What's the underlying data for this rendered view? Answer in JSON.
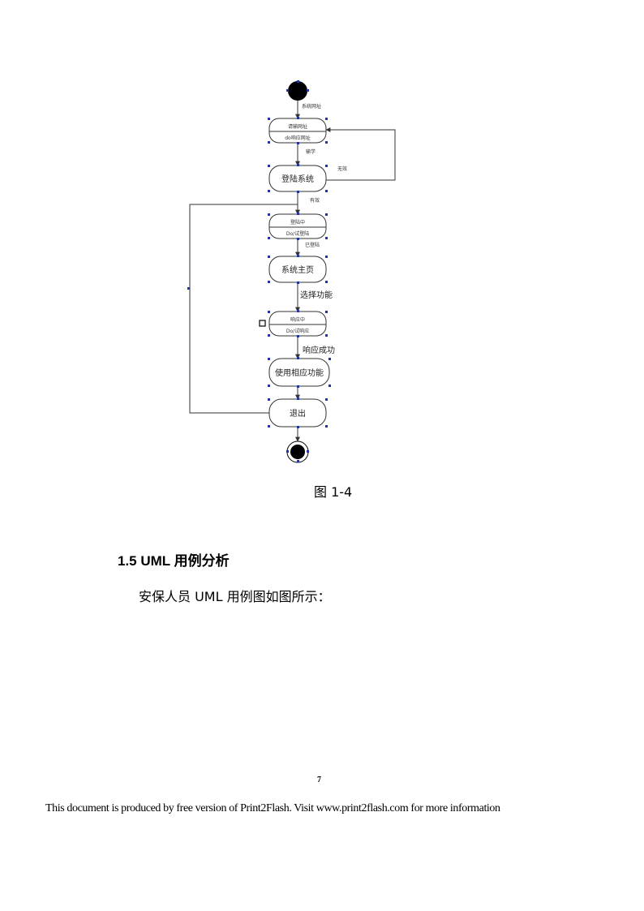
{
  "diagram": {
    "nodes": {
      "open_site": {
        "line1": "请输网址",
        "line2": "do响应网址"
      },
      "login_system": {
        "label": "登陆系统"
      },
      "logging_in": {
        "line1": "登陆中",
        "line2": "Do/试登陆"
      },
      "home_page": {
        "label": "系统主页"
      },
      "responding": {
        "line1": "响应中",
        "line2": "Do/试响应"
      },
      "use_function": {
        "label": "使用相应功能"
      },
      "exit": {
        "label": "退出"
      }
    },
    "edges": {
      "enter_url": "系统网址",
      "correct": "输学",
      "invalid": "无效",
      "valid": "有效",
      "logged_in": "已登陆",
      "select_function": "选择功能",
      "response_success": "响应成功"
    }
  },
  "caption": "图 1-4",
  "section": {
    "heading": "1.5 UML 用例分析",
    "paragraph": "安保人员 UML 用例图如图所示："
  },
  "page_number": "7",
  "footer_note": "This document is produced by free version of Print2Flash. Visit www.print2flash.com for more information"
}
